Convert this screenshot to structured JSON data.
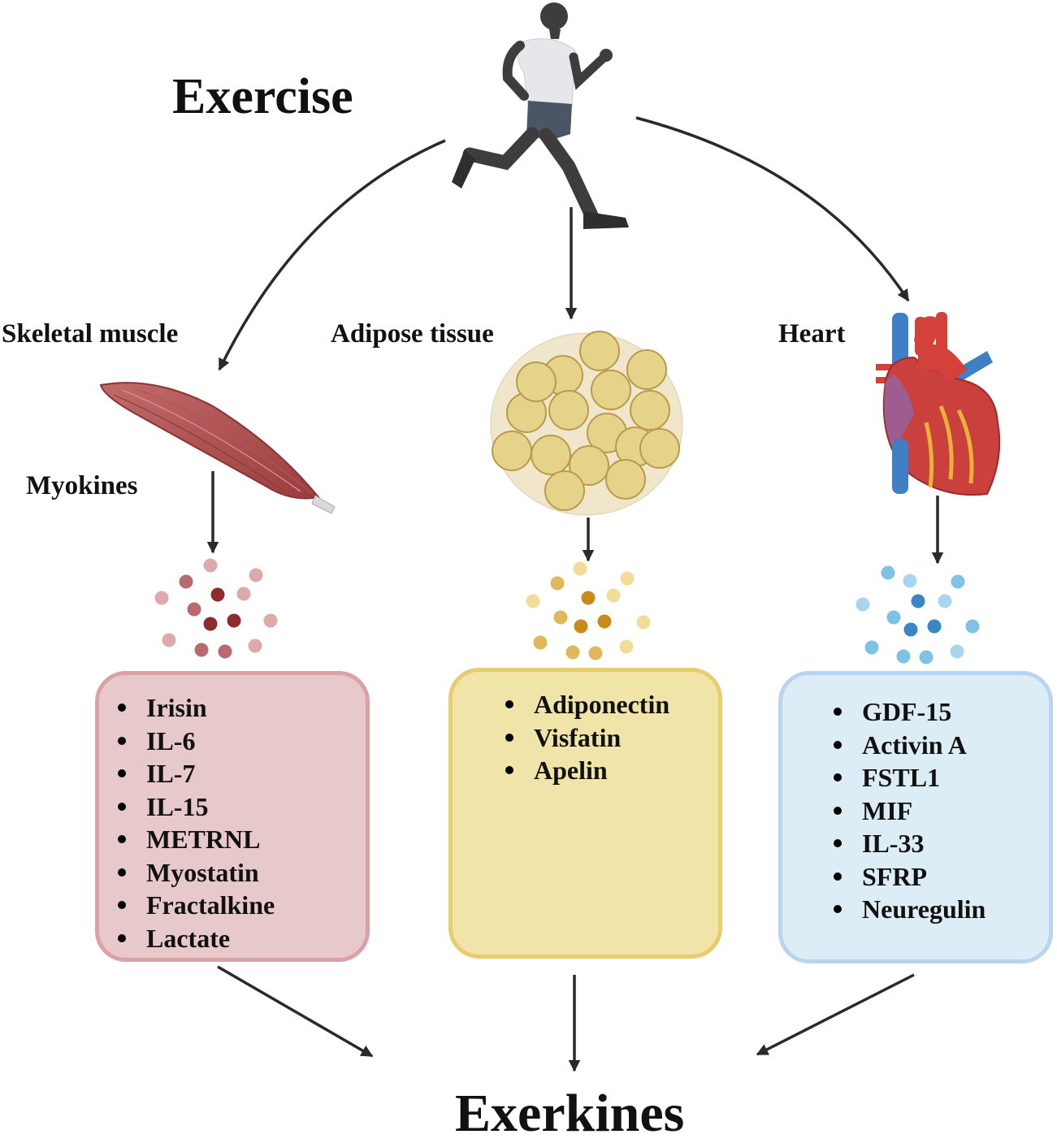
{
  "title": "Exercise",
  "result": "Exerkines",
  "organs": {
    "muscle": {
      "label": "Skeletal muscle",
      "sublabel": "Myokines",
      "items": [
        "Irisin",
        "IL-6",
        "IL-7",
        "IL-15",
        "METRNL",
        "Myostatin",
        "Fractalkine",
        "Lactate"
      ]
    },
    "adipose": {
      "label": "Adipose tissue",
      "items": [
        "Adiponectin",
        "Visfatin",
        "Apelin"
      ]
    },
    "heart": {
      "label": "Heart",
      "items": [
        "GDF-15",
        "Activin A",
        "FSTL1",
        "MIF",
        "IL-33",
        "SFRP",
        "Neuregulin"
      ]
    }
  },
  "colors": {
    "muscle_box": "#e8c9cb",
    "muscle_border": "#dba2a6",
    "adipose_box": "#f1e4a8",
    "adipose_border": "#e8cc6e",
    "heart_box": "#dcedf5",
    "heart_border": "#b8d4ef",
    "arrow": "#2a2a2a"
  },
  "icons": [
    "runner-icon",
    "skeletal-muscle-icon",
    "fat-cells-icon",
    "heart-icon"
  ]
}
